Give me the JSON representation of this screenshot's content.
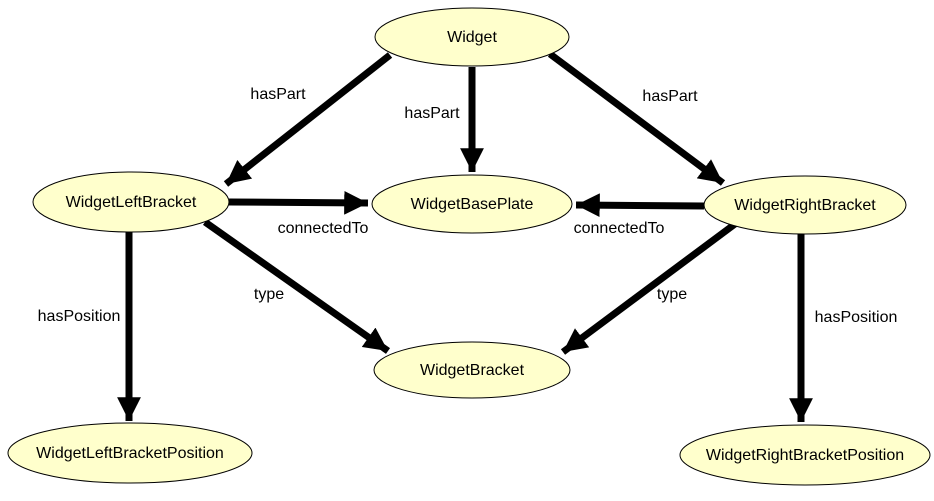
{
  "diagram": {
    "type": "ontology-graph",
    "background_color": "#ffffff",
    "node_fill": "#ffffcc",
    "node_border_color": "#000000",
    "edge_color": "#000000",
    "label_color": "#000000",
    "nodes": [
      {
        "id": "widget",
        "label": "Widget"
      },
      {
        "id": "widget-left-bracket",
        "label": "WidgetLeftBracket"
      },
      {
        "id": "widget-base-plate",
        "label": "WidgetBasePlate"
      },
      {
        "id": "widget-right-bracket",
        "label": "WidgetRightBracket"
      },
      {
        "id": "widget-bracket",
        "label": "WidgetBracket"
      },
      {
        "id": "widget-left-bracket-position",
        "label": "WidgetLeftBracketPosition"
      },
      {
        "id": "widget-right-bracket-position",
        "label": "WidgetRightBracketPosition"
      }
    ],
    "edges": [
      {
        "from": "widget",
        "to": "widget-left-bracket",
        "label": "hasPart"
      },
      {
        "from": "widget",
        "to": "widget-base-plate",
        "label": "hasPart"
      },
      {
        "from": "widget",
        "to": "widget-right-bracket",
        "label": "hasPart"
      },
      {
        "from": "widget-left-bracket",
        "to": "widget-base-plate",
        "label": "connectedTo"
      },
      {
        "from": "widget-right-bracket",
        "to": "widget-base-plate",
        "label": "connectedTo"
      },
      {
        "from": "widget-left-bracket",
        "to": "widget-bracket",
        "label": "type"
      },
      {
        "from": "widget-right-bracket",
        "to": "widget-bracket",
        "label": "type"
      },
      {
        "from": "widget-left-bracket",
        "to": "widget-left-bracket-position",
        "label": "hasPosition"
      },
      {
        "from": "widget-right-bracket",
        "to": "widget-right-bracket-position",
        "label": "hasPosition"
      }
    ]
  }
}
